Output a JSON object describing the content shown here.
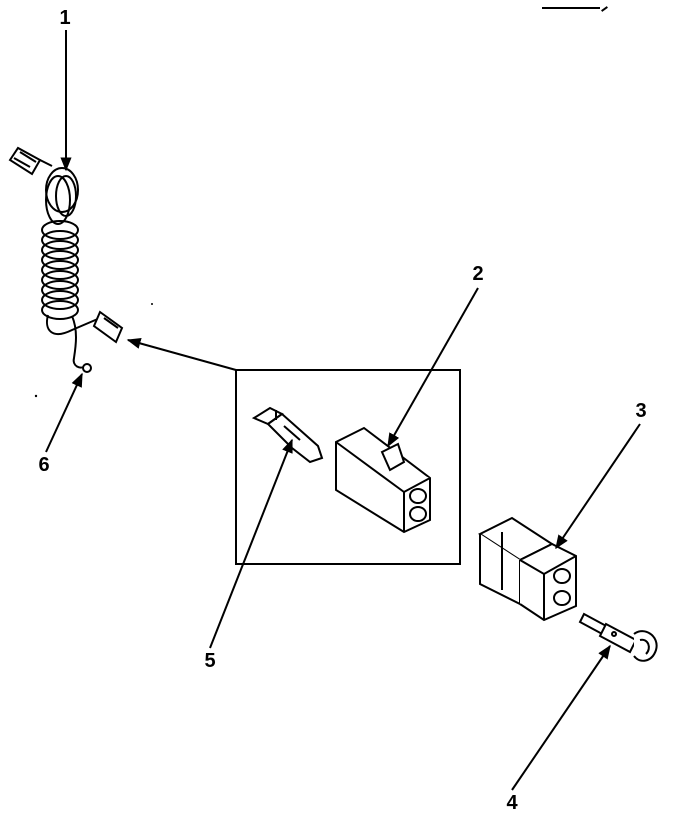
{
  "diagram": {
    "callouts": [
      {
        "id": "1",
        "label": "1"
      },
      {
        "id": "2",
        "label": "2"
      },
      {
        "id": "3",
        "label": "3"
      },
      {
        "id": "4",
        "label": "4"
      },
      {
        "id": "5",
        "label": "5"
      },
      {
        "id": "6",
        "label": "6"
      }
    ]
  },
  "colors": {
    "ink": "#000000",
    "background": "#ffffff"
  }
}
